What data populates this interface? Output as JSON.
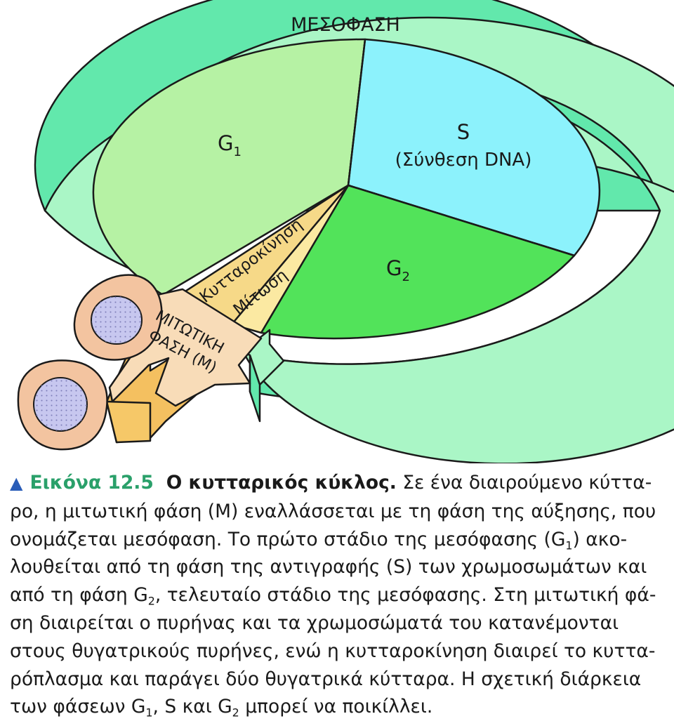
{
  "diagram": {
    "ring_label": "ΜΕΣΟΦΑΣΗ",
    "g1_label": "G",
    "g1_sub": "1",
    "s_label": "S",
    "s_detail": "(Σύνθεση DNA)",
    "g2_label": "G",
    "g2_sub": "2",
    "cytokinesis": "Κυτταροκίνηση",
    "mitosis": "Μίτωση",
    "mphase_line1": "ΜΙΤΩΤΙΚΗ",
    "mphase_line2": "ΦΑΣΗ (Μ)",
    "colors": {
      "g1": "#b6f2a4",
      "s": "#8cf2fc",
      "g2": "#52e35a",
      "ring_top": "#aaf6c6",
      "ring_side": "#62e8ac",
      "mitosis_wedge": "#fbe9a2",
      "cytokinesis_wedge": "#f6d988",
      "arrow_face": "#f8dcb8",
      "arrow_side": "#f4c060",
      "cell_body": "#f3c4a0",
      "nucleus": "#c7c7ef"
    }
  },
  "caption": {
    "marker": "▲",
    "figure_label": "Εικόνα 12.5",
    "title": "Ο κυτταρικός κύκλος.",
    "l1": "Σε ένα διαιρούμενο κύττα-",
    "l2": "ρο, η μιτωτική φάση (Μ) εναλλάσσεται με τη φάση της αύξησης, που",
    "l3a": "ονομάζεται μεσόφαση. Το πρώτο στάδιο της μεσόφασης (G",
    "l3sub": "1",
    "l3b": ") ακο-",
    "l4": "λουθείται από τη φάση της αντιγραφής (S) των χρωμοσωμάτων και",
    "l5a": "από τη φάση G",
    "l5sub": "2",
    "l5b": ", τελευταίο στάδιο της μεσόφασης. Στη μιτωτική φά-",
    "l6": "ση διαιρείται ο πυρήνας και τα χρωμοσώματά του κατανέμονται",
    "l7": "στους θυγατρικούς πυρήνες, ενώ η κυτταροκίνηση διαιρεί το κυττα-",
    "l8": "ρόπλασμα και παράγει δύο θυγατρικά κύτταρα. Η σχετική διάρκεια",
    "l9a": "των φάσεων G",
    "l9sub1": "1",
    "l9b": ", S και G",
    "l9sub2": "2",
    "l9c": " μπορεί να ποικίλλει."
  }
}
